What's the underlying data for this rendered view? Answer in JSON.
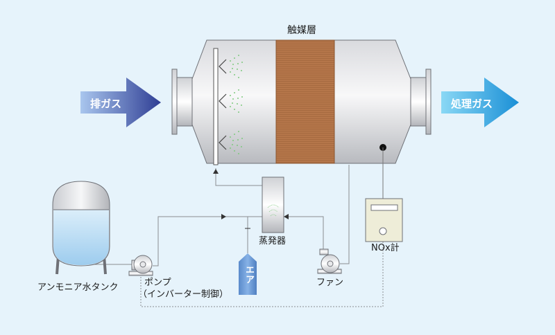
{
  "labels": {
    "catalyst_layer": "触媒層",
    "exhaust_gas": "排ガス",
    "treated_gas": "処理ガス",
    "evaporator": "蒸発器",
    "air": "エア",
    "fan": "ファン",
    "nox_meter": "NOx計",
    "ammonia_tank": "アンモニア水タンク",
    "pump": "ポンプ",
    "pump_note": "（インバーター制御）"
  },
  "colors": {
    "background": "#e6f3fb",
    "catalyst": "#b5764a",
    "exhaust_arrow_start": "#8fb4e6",
    "exhaust_arrow_end": "#2f3e94",
    "treated_arrow_start": "#7fd0f2",
    "treated_arrow_end": "#1a8fd6",
    "air_cylinder": "#6b9bd6",
    "tank_liquid": "#bfe0f5",
    "nox_box": "#eeedd8"
  }
}
